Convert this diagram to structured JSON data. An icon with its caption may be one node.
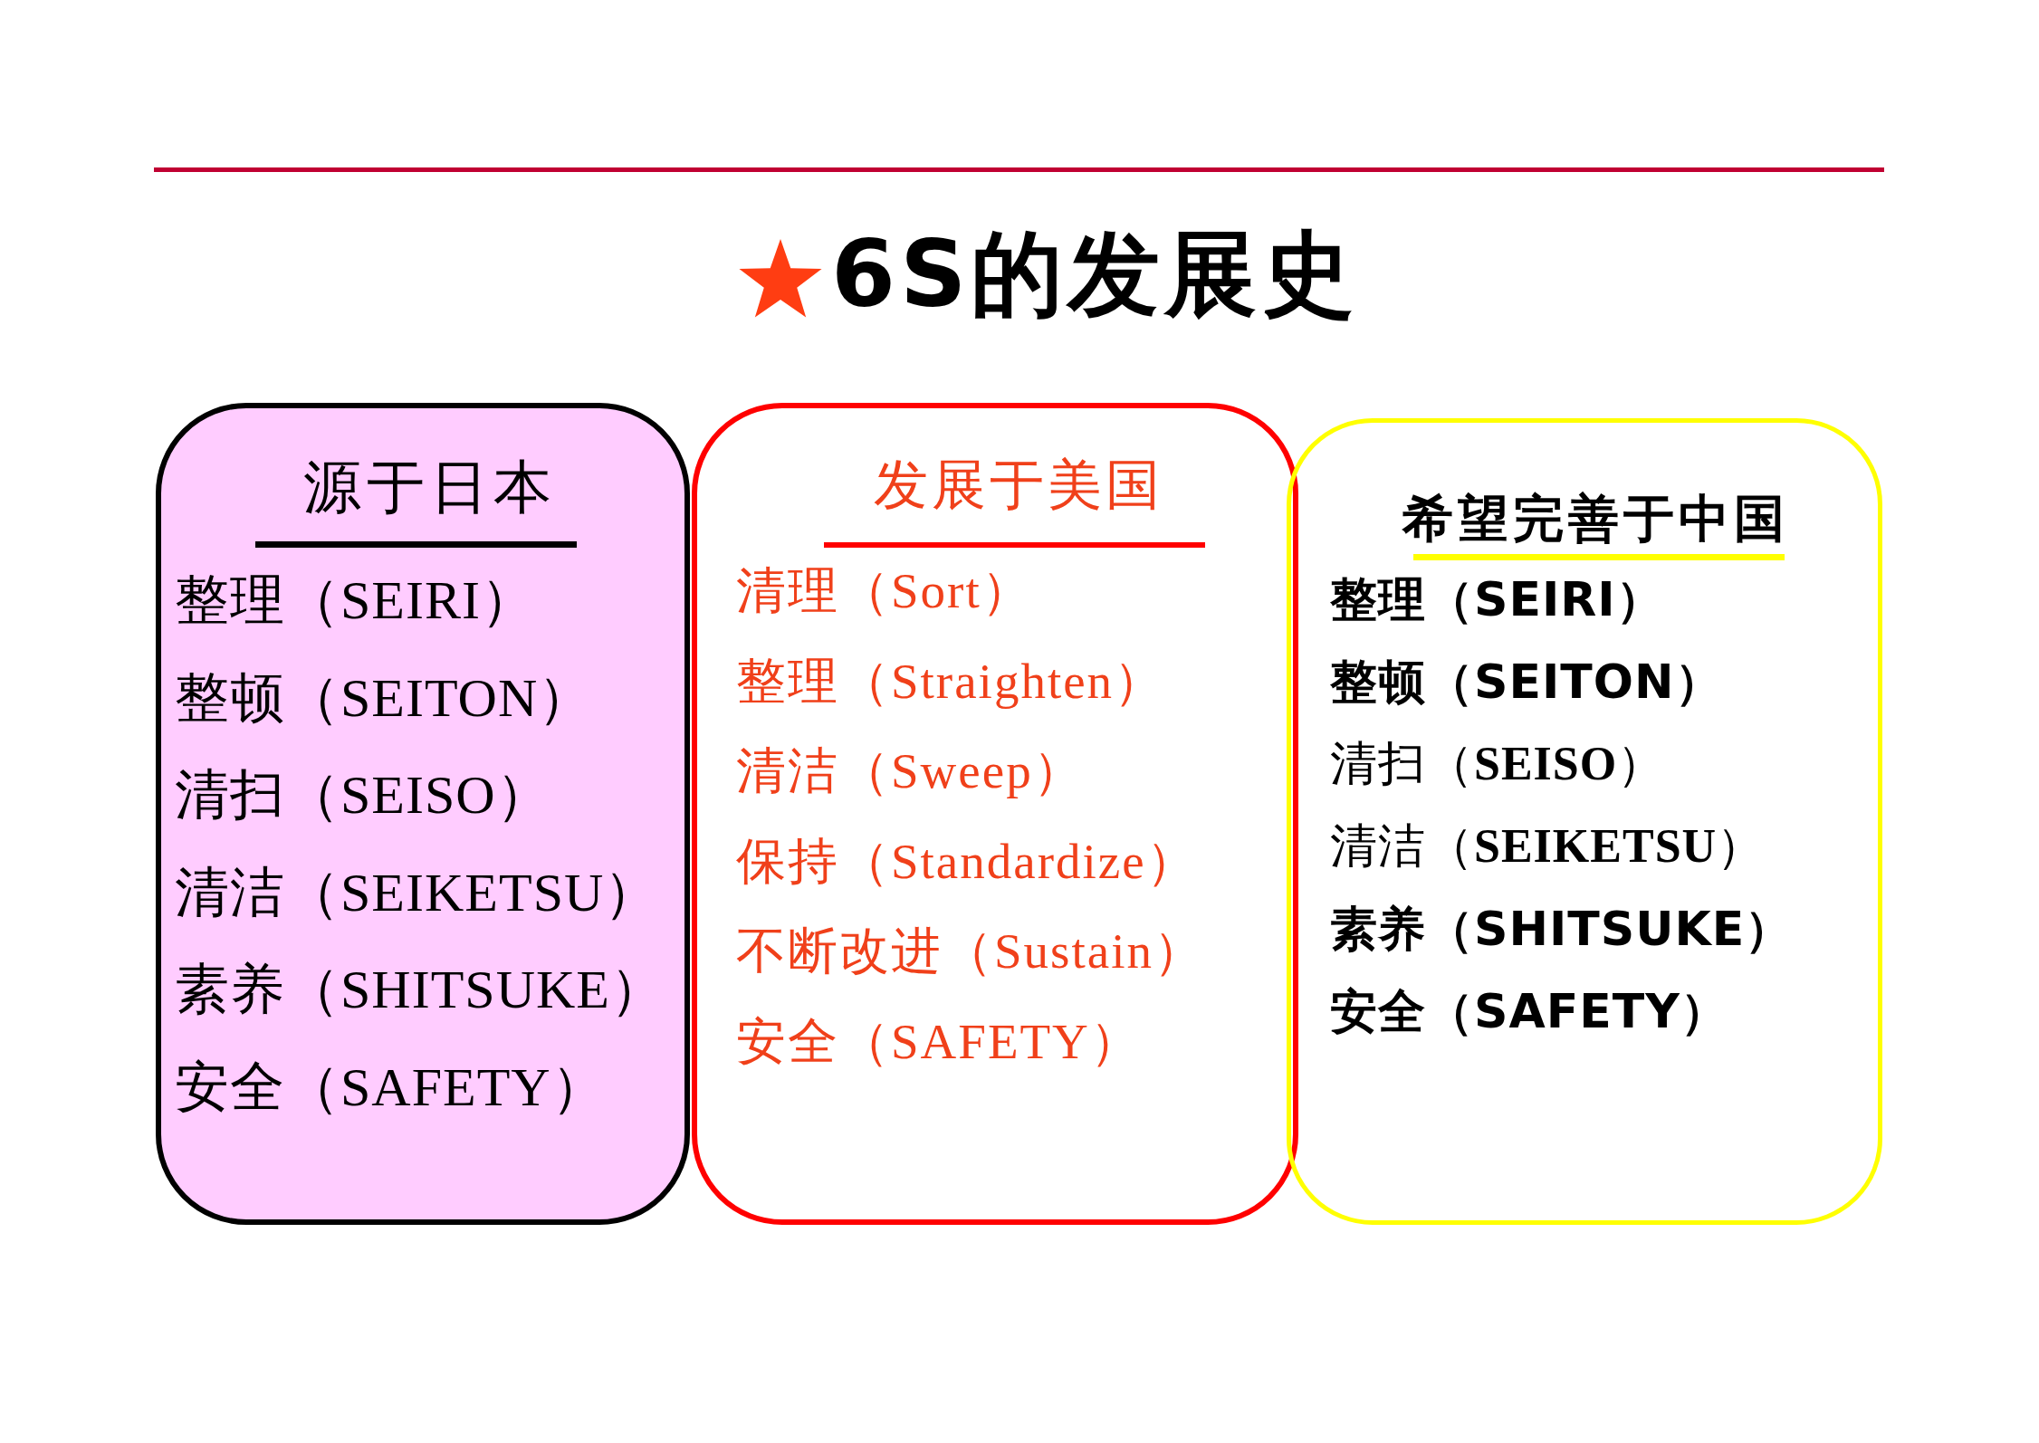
{
  "diagram": {
    "title": "6S的发展史",
    "nodes": [
      {
        "text": [
          "源于日本",
          "整理（SEIRI）",
          "整顿（SEITON）",
          "清扫（SEISO）",
          "清洁（SEIKETSU）",
          "素养（SHITSUKE）",
          "安全（SAFETY）"
        ]
      },
      {
        "text": [
          "发展于美国",
          "清理（Sort）",
          "整理（Straighten）",
          "清洁（Sweep）",
          "保持（Standardize）",
          "不断改进（Sustain）",
          "安全（SAFETY）"
        ]
      },
      {
        "text": [
          "希望完善于中国",
          "整理（SEIRI）",
          "整顿（SEITON）",
          "清扫（**SEISO**）",
          "清洁（**SEIKETSU**）",
          "素养（SHITSUKE）",
          "安全（SAFETY）"
        ]
      }
    ]
  }
}
